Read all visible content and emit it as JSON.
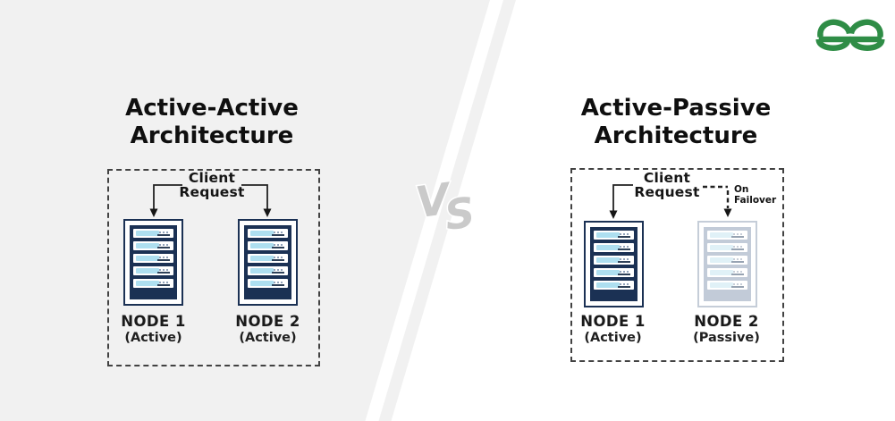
{
  "brand": {
    "logo": "geeksforgeeks-logo",
    "logo_color": "#2f8d46"
  },
  "divider": {
    "label": "VS",
    "letters": [
      "V",
      "S"
    ]
  },
  "left_panel": {
    "title": "Active-Active Architecture",
    "client_request_label": "Client Request",
    "nodes": [
      {
        "name": "NODE 1",
        "state": "(Active)",
        "status": "active"
      },
      {
        "name": "NODE 2",
        "state": "(Active)",
        "status": "active"
      }
    ]
  },
  "right_panel": {
    "title": "Active-Passive Architecture",
    "client_request_label": "Client Request",
    "failover_label": "On Failover",
    "nodes": [
      {
        "name": "NODE 1",
        "state": "(Active)",
        "status": "active"
      },
      {
        "name": "NODE 2",
        "state": "(Passive)",
        "status": "passive"
      }
    ]
  },
  "colors": {
    "background_left": "#f1f1f1",
    "background_right": "#ffffff",
    "server_navy": "#1b3154",
    "server_slat_blue": "#aedff0",
    "passive_rack_gray": "#c2cbd8",
    "passive_slat_blue": "#e0f1f7",
    "logo_green": "#2f8d46",
    "vs_gray": "#cacaca",
    "dashed_border": "#424242",
    "text": "#111111"
  }
}
